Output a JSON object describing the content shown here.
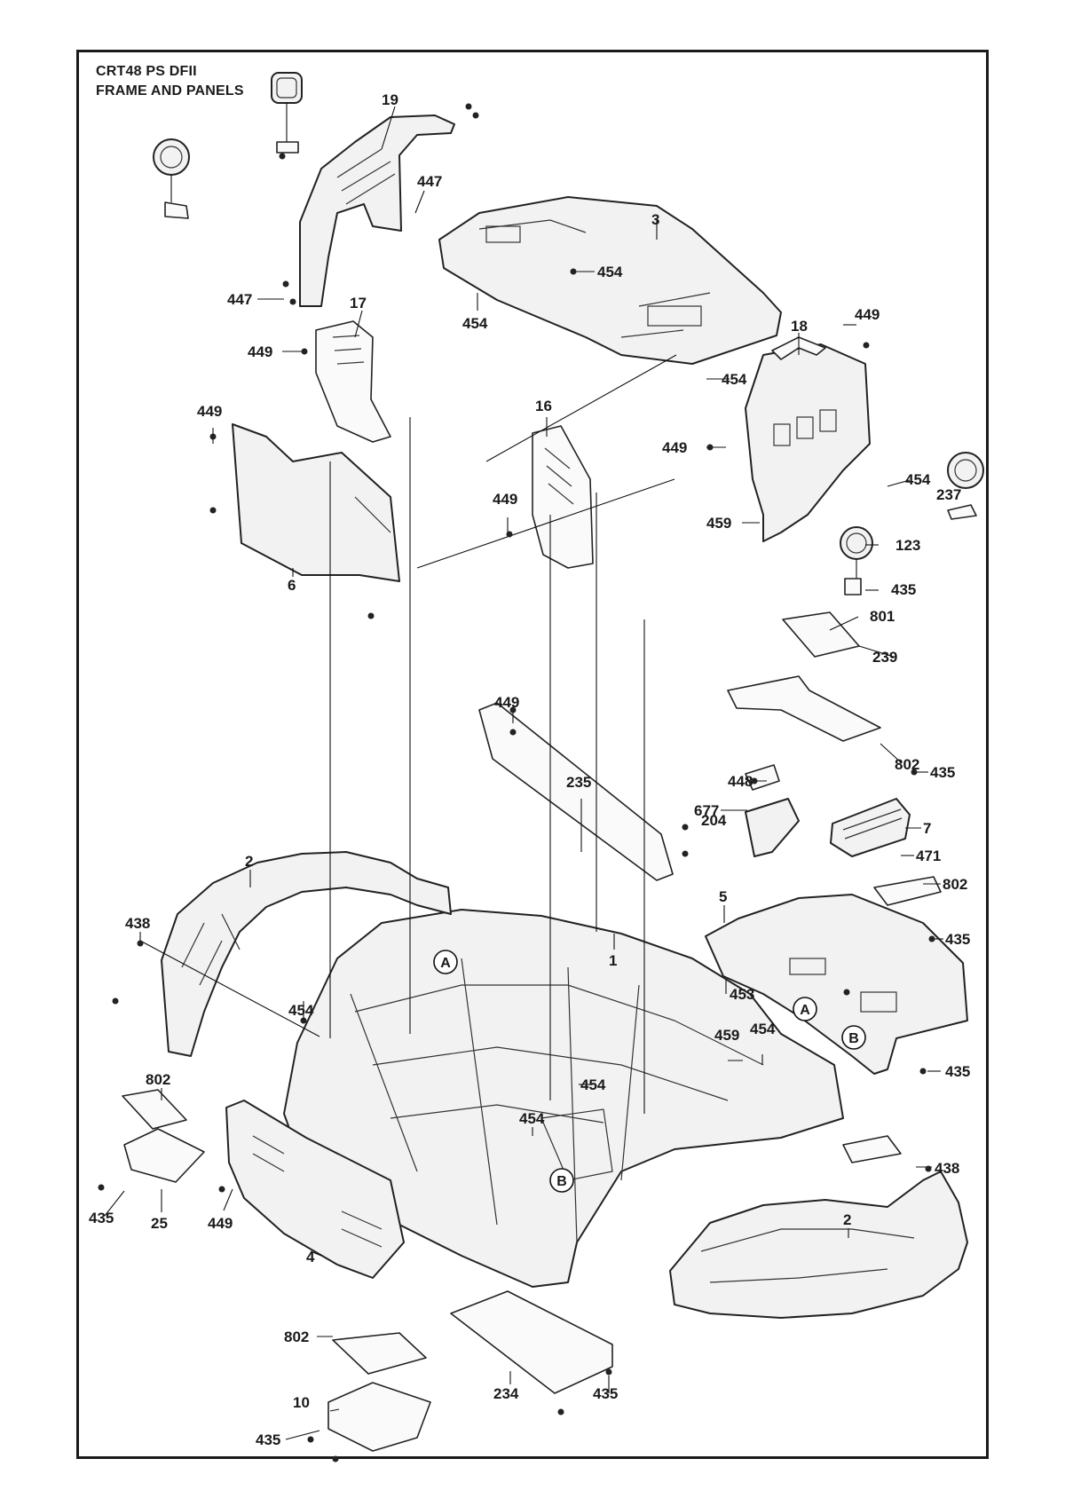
{
  "title": {
    "line1": "CRT48 PS DFII",
    "line2": "FRAME AND PANELS"
  },
  "callouts": {
    "c19": "19",
    "c447a": "447",
    "c3": "3",
    "c454a": "454",
    "c447b": "447",
    "c454b": "454",
    "c17": "17",
    "c449a": "449",
    "c18": "18",
    "c449b": "449",
    "c454c": "454",
    "c449c": "449",
    "c16": "16",
    "c449d": "449",
    "c454d": "454",
    "c237": "237",
    "c449e": "449",
    "c459a": "459",
    "c123": "123",
    "c6": "6",
    "c435a": "435",
    "c801": "801",
    "c239": "239",
    "c449f": "449",
    "c802a": "802",
    "c448": "448",
    "c435b": "435",
    "c235": "235",
    "c677": "677",
    "c204": "204",
    "c7": "7",
    "c471": "471",
    "c802b": "802",
    "c2a": "2",
    "c5": "5",
    "c435c": "435",
    "c438a": "438",
    "c1": "1",
    "c453": "453",
    "c454e": "454",
    "c459b": "459",
    "c454f": "454",
    "c435d": "435",
    "c802c": "802",
    "c454g": "454",
    "c454h": "454",
    "c438b": "438",
    "c435e": "435",
    "c25": "25",
    "c449g": "449",
    "c2b": "2",
    "c4": "4",
    "c802d": "802",
    "c234": "234",
    "c10": "10",
    "c435f": "435",
    "c435g": "435"
  },
  "references": {
    "A1": "A",
    "A2": "A",
    "B1": "B",
    "B2": "B"
  }
}
